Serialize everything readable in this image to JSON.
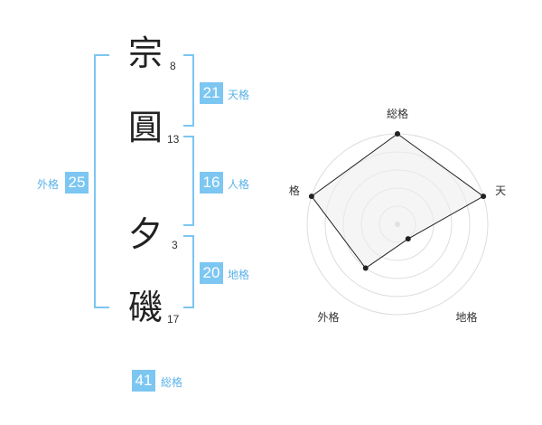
{
  "name": {
    "chars": [
      {
        "char": "宗",
        "strokes": "8"
      },
      {
        "char": "圓",
        "strokes": "13"
      },
      {
        "char": "夕",
        "strokes": "3"
      },
      {
        "char": "磯",
        "strokes": "17"
      }
    ]
  },
  "fortunes": {
    "tenkaku": {
      "value": "21",
      "label": "天格"
    },
    "jinkaku": {
      "value": "16",
      "label": "人格"
    },
    "chikaku": {
      "value": "20",
      "label": "地格"
    },
    "gaikaku": {
      "value": "25",
      "label": "外格"
    },
    "soukaku": {
      "value": "41",
      "label": "総格"
    }
  },
  "chart_data": {
    "type": "radar",
    "axes": [
      "総格",
      "天格",
      "地格",
      "外格",
      "人格"
    ],
    "values": [
      5,
      5,
      1,
      3,
      5
    ],
    "max": 5,
    "colors": {
      "fill": "#eeeeee",
      "stroke": "#222222",
      "grid": "#dddddd",
      "accent": "#7cc6f2"
    }
  }
}
